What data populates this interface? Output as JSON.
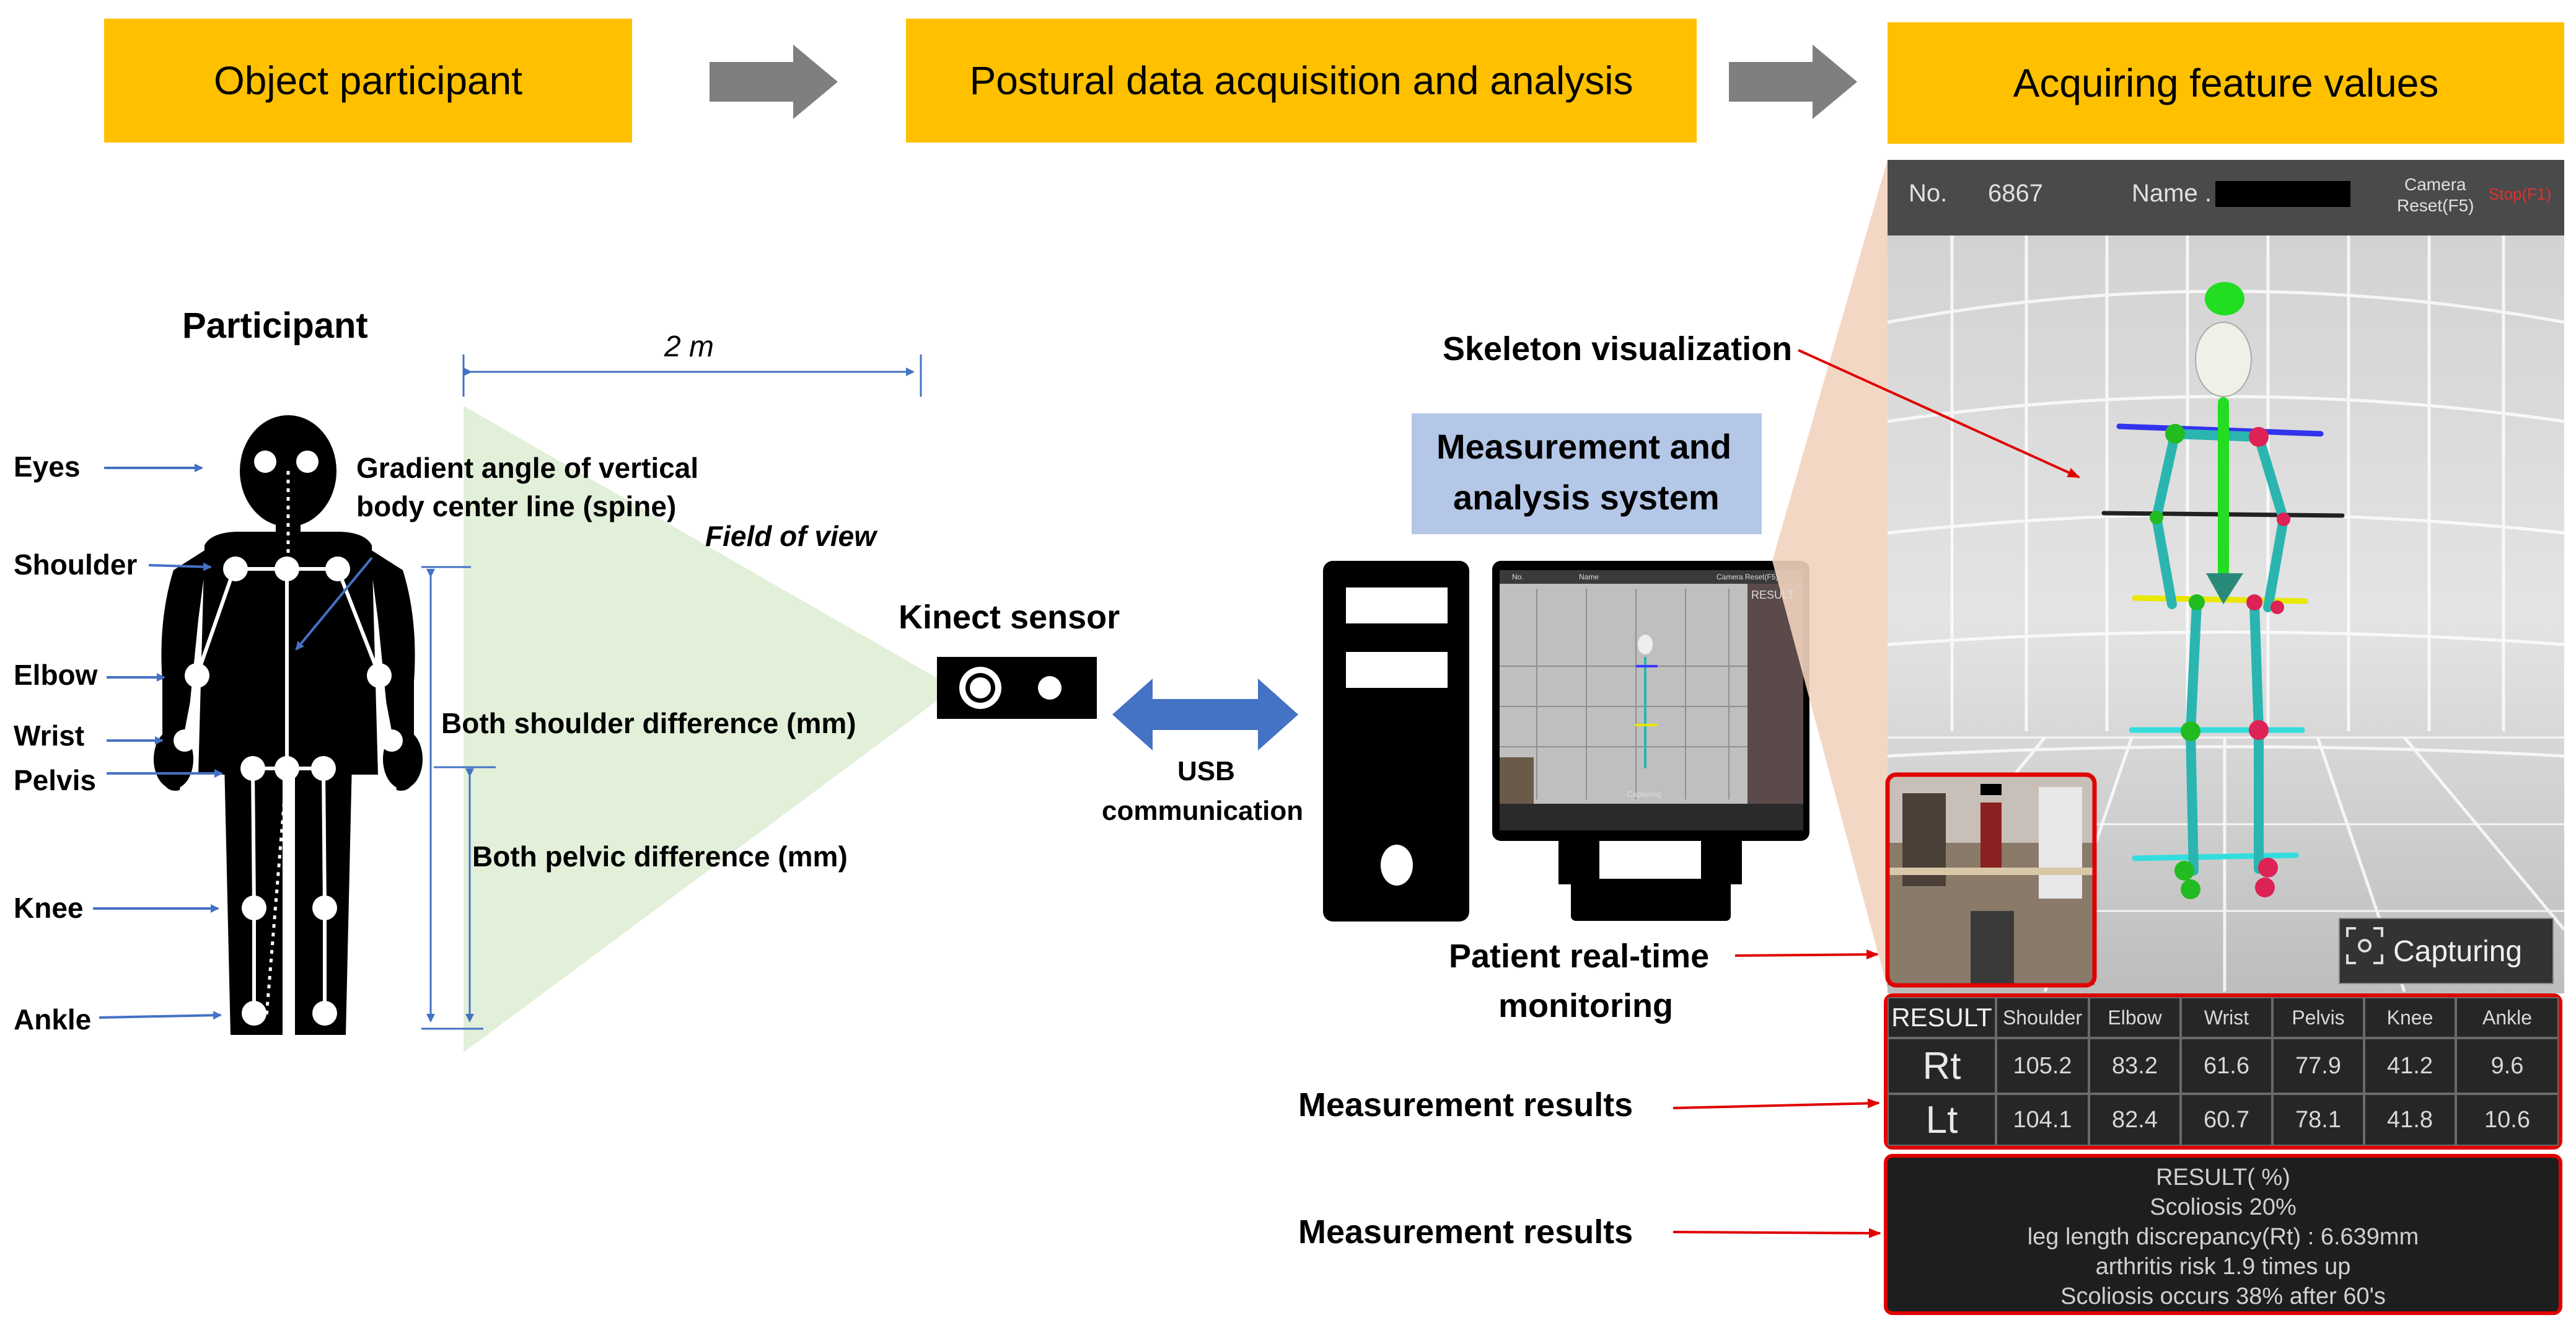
{
  "headers": {
    "step1": "Object participant",
    "step2": "Postural data acquisition and analysis",
    "step3": "Acquiring feature values"
  },
  "participant": {
    "title": "Participant",
    "body_parts": [
      "Eyes",
      "Shoulder",
      "Elbow",
      "Wrist",
      "Pelvis",
      "Knee",
      "Ankle"
    ],
    "spine_label": [
      "Gradient angle of vertical",
      "body center line (spine)"
    ],
    "shoulder_diff": "Both shoulder difference (mm)",
    "pelvic_diff": "Both pelvic difference (mm)"
  },
  "sensor": {
    "distance": "2 m",
    "field_of_view": "Field of view",
    "kinect": "Kinect sensor",
    "usb": [
      "USB",
      "communication"
    ]
  },
  "system": {
    "title": [
      "Measurement and",
      "analysis system"
    ],
    "monitoring": [
      "Patient real-time",
      "monitoring"
    ],
    "skeleton": "Skeleton visualization",
    "results1": "Measurement results",
    "results2": "Measurement results"
  },
  "app": {
    "no_label": "No.",
    "no_value": "6867",
    "name_label": "Name .",
    "camera_reset": [
      "Camera",
      "Reset(F5)"
    ],
    "stop": "Stop(F1)",
    "capturing": "Capturing"
  },
  "mini_screen": {
    "no": "No.",
    "name": "Name",
    "camera": "Camera Reset(F5)",
    "result": "RESULT",
    "capturing": "Capturing"
  },
  "results_table": {
    "corner": "RESULT",
    "columns": [
      "Shoulder",
      "Elbow",
      "Wrist",
      "Pelvis",
      "Knee",
      "Ankle"
    ],
    "rows": [
      {
        "label": "Rt",
        "values": [
          "105.2",
          "83.2",
          "61.6",
          "77.9",
          "41.2",
          "9.6"
        ]
      },
      {
        "label": "Lt",
        "values": [
          "104.1",
          "82.4",
          "60.7",
          "78.1",
          "41.8",
          "10.6"
        ]
      }
    ]
  },
  "result_summary": [
    "RESULT( %)",
    "Scoliosis 20%",
    "leg length discrepancy(Rt) : 6.639mm",
    "arthritis risk 1.9 times up",
    "Scoliosis occurs 38% after 60's"
  ],
  "colors": {
    "header": "#ffc000",
    "arrow_gray": "#7f7f7f",
    "fov_green": "#e2efd9",
    "system_box": "#b4c7e7",
    "usb_arrow": "#4472c4",
    "red_line": "#e00000",
    "dim_line": "#4472c4"
  }
}
